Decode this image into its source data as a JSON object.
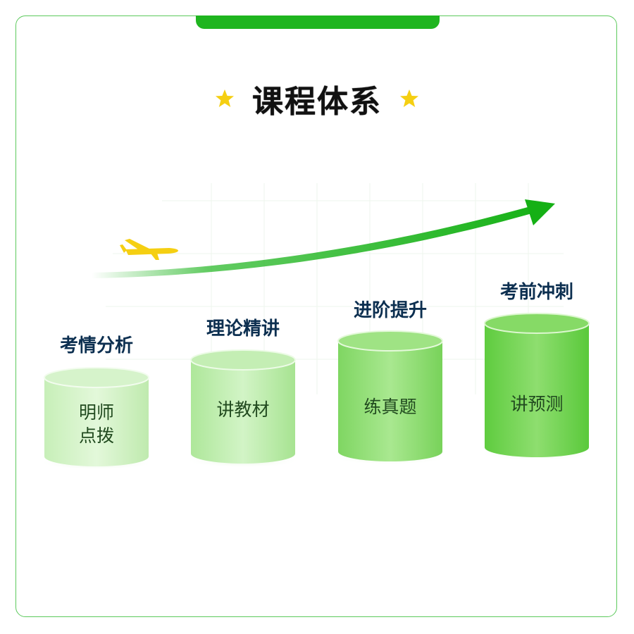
{
  "title": "课程体系",
  "colors": {
    "brand_green": "#1fb51f",
    "star_yellow": "#f5cf12",
    "label_navy": "#0c2f50"
  },
  "icons": [
    "star-icon",
    "airplane-icon",
    "arrow-icon"
  ],
  "steps": [
    {
      "label": "考情分析",
      "text_line1": "明师",
      "text_line2": "点拨"
    },
    {
      "label": "理论精讲",
      "text_line1": "讲教材",
      "text_line2": ""
    },
    {
      "label": "进阶提升",
      "text_line1": "练真题",
      "text_line2": ""
    },
    {
      "label": "考前冲刺",
      "text_line1": "讲预测",
      "text_line2": ""
    }
  ]
}
